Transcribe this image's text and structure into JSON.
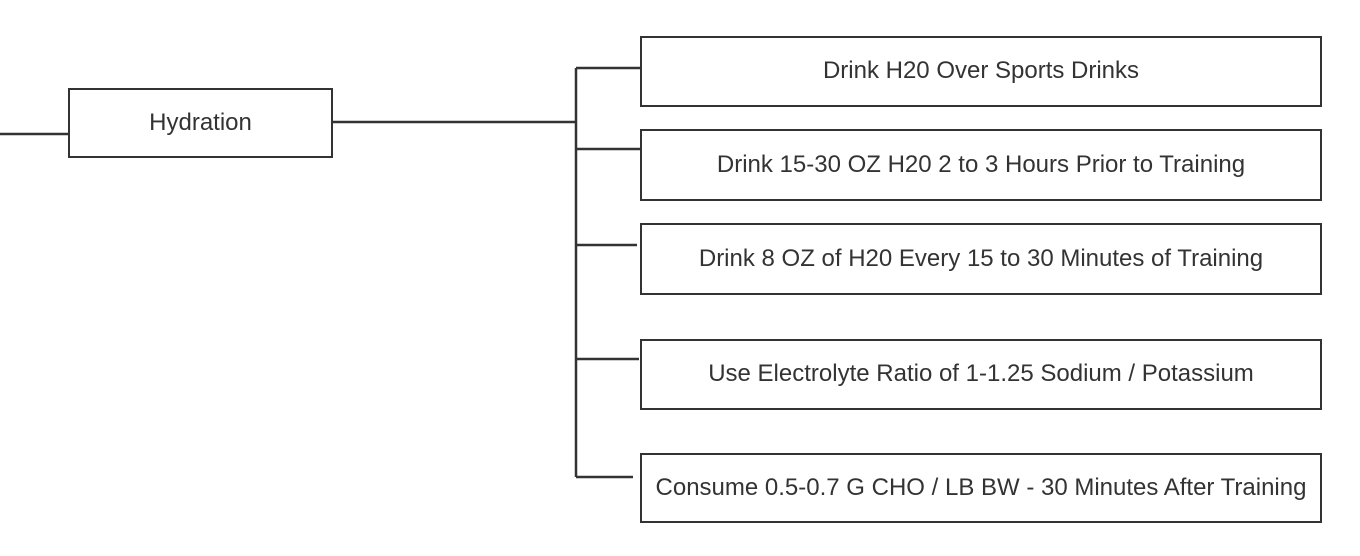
{
  "diagram": {
    "type": "mindmap-tree",
    "background_color": "#ffffff",
    "stroke_color": "#333333",
    "text_color": "#333333",
    "root": {
      "label": "Hydration"
    },
    "children": [
      {
        "label": "Drink H20 Over Sports Drinks"
      },
      {
        "label": "Drink 15-30 OZ H20 2 to 3 Hours Prior to Training"
      },
      {
        "label": "Drink 8 OZ of H20 Every 15 to 30 Minutes of Training"
      },
      {
        "label": "Use Electrolyte Ratio of 1-1.25 Sodium / Potassium"
      },
      {
        "label": "Consume 0.5-0.7 G CHO / LB BW - 30 Minutes After Training"
      }
    ]
  }
}
